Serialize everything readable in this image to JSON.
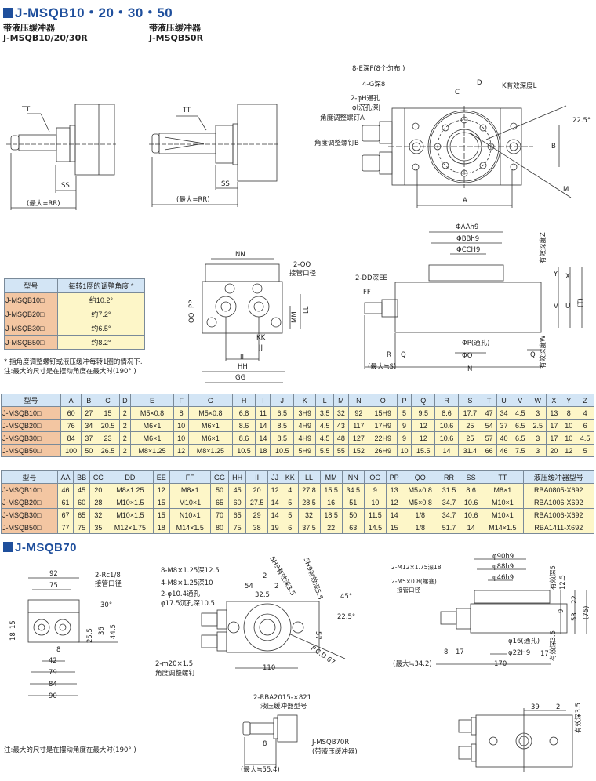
{
  "header": {
    "title": "J-MSQB10・20・30・50",
    "sub1_a": "带液压缓冲器",
    "sub1_b": "J-MSQB10/20/30R",
    "sub2_a": "带液压缓冲器",
    "sub2_b": "J-MSQB50R"
  },
  "d1": [
    "TT",
    "SS",
    "(最大=RR)"
  ],
  "d2": [
    "TT",
    "SS",
    "(最大=RR)"
  ],
  "d3": [
    "8-E深F(8个匀布 )",
    "4-G深8",
    "2-φH通孔",
    "φI沉孔深J",
    "角度调整螺钉A",
    "角度调整螺钉B",
    "C",
    "D",
    "K有效深度L",
    "22.5°",
    "B",
    "M",
    "A"
  ],
  "d4": [
    "NN",
    "2-QQ",
    "接管口径",
    "PP",
    "OO",
    "MM",
    "LL",
    "KK",
    "JJ",
    "II",
    "HH",
    "GG"
  ],
  "d5": [
    "ΦAAh9",
    "ΦBBh9",
    "ΦCCH9",
    "2-DD深EE",
    "FF",
    "有效深度Z",
    "Y",
    "X",
    "V",
    "U",
    "(T)",
    "R",
    "Q",
    "ΦP(通孔)",
    "ΦO",
    "(最大≒S)",
    "N",
    "Q",
    "有效深度W"
  ],
  "angle_table": {
    "headers": [
      "型号",
      "每转1圈的调整角度 *"
    ],
    "rows": [
      [
        "J-MSQB10□",
        "约10.2°"
      ],
      [
        "J-MSQB20□",
        "约7.2°"
      ],
      [
        "J-MSQB30□",
        "约6.5°"
      ],
      [
        "J-MSQB50□",
        "约8.2°"
      ]
    ],
    "note1": "* 指角度调整螺钉或液压缓冲每转1圈的情况下.",
    "note2": "注:最大的尺寸是在摆动角度在最大时(190° )"
  },
  "table1": {
    "headers": [
      "型号",
      "A",
      "B",
      "C",
      "D",
      "E",
      "F",
      "G",
      "H",
      "I",
      "J",
      "K",
      "L",
      "M",
      "N",
      "O",
      "P",
      "Q",
      "R",
      "S",
      "T",
      "U",
      "V",
      "W",
      "X",
      "Y",
      "Z"
    ],
    "rows": [
      [
        "J-MSQB10□",
        "60",
        "27",
        "15",
        "2",
        "M5×0.8",
        "8",
        "M5×0.8",
        "6.8",
        "11",
        "6.5",
        "3H9",
        "3.5",
        "32",
        "92",
        "15H9",
        "5",
        "9.5",
        "8.6",
        "17.7",
        "47",
        "34",
        "4.5",
        "3",
        "13",
        "8",
        "4"
      ],
      [
        "J-MSQB20□",
        "76",
        "34",
        "20.5",
        "2",
        "M6×1",
        "10",
        "M6×1",
        "8.6",
        "14",
        "8.5",
        "4H9",
        "4.5",
        "43",
        "117",
        "17H9",
        "9",
        "12",
        "10.6",
        "25",
        "54",
        "37",
        "6.5",
        "2.5",
        "17",
        "10",
        "6"
      ],
      [
        "J-MSQB30□",
        "84",
        "37",
        "23",
        "2",
        "M6×1",
        "10",
        "M6×1",
        "8.6",
        "14",
        "8.5",
        "4H9",
        "4.5",
        "48",
        "127",
        "22H9",
        "9",
        "12",
        "10.6",
        "25",
        "57",
        "40",
        "6.5",
        "3",
        "17",
        "10",
        "4.5"
      ],
      [
        "J-MSQB50□",
        "100",
        "50",
        "26.5",
        "2",
        "M8×1.25",
        "12",
        "M8×1.25",
        "10.5",
        "18",
        "10.5",
        "5H9",
        "5.5",
        "55",
        "152",
        "26H9",
        "10",
        "15.5",
        "14",
        "31.4",
        "66",
        "46",
        "7.5",
        "3",
        "20",
        "12",
        "5"
      ]
    ]
  },
  "table2": {
    "headers": [
      "型号",
      "AA",
      "BB",
      "CC",
      "DD",
      "EE",
      "FF",
      "GG",
      "HH",
      "II",
      "JJ",
      "KK",
      "LL",
      "MM",
      "NN",
      "OO",
      "PP",
      "QQ",
      "RR",
      "SS",
      "TT",
      "液压缓冲器型号"
    ],
    "rows": [
      [
        "J-MSQB10□",
        "46",
        "45",
        "20",
        "M8×1.25",
        "12",
        "M8×1",
        "50",
        "45",
        "20",
        "12",
        "4",
        "27.8",
        "15.5",
        "34.5",
        "9",
        "13",
        "M5×0.8",
        "31.5",
        "8.6",
        "M8×1",
        "RBA0805-X692"
      ],
      [
        "J-MSQB20□",
        "61",
        "60",
        "28",
        "M10×1.5",
        "15",
        "M10×1",
        "65",
        "60",
        "27.5",
        "14",
        "5",
        "28.5",
        "16",
        "51",
        "10",
        "12",
        "M5×0.8",
        "34.7",
        "10.6",
        "M10×1",
        "RBA1006-X692"
      ],
      [
        "J-MSQB30□",
        "67",
        "65",
        "32",
        "M10×1.5",
        "15",
        "N10×1",
        "70",
        "65",
        "29",
        "14",
        "5",
        "32",
        "18.5",
        "50",
        "11.5",
        "14",
        "1/8",
        "34.7",
        "10.6",
        "M10×1",
        "RBA1006-X692"
      ],
      [
        "J-MSQB50□",
        "77",
        "75",
        "35",
        "M12×1.75",
        "18",
        "M14×1.5",
        "80",
        "75",
        "38",
        "19",
        "6",
        "37.5",
        "22",
        "63",
        "14.5",
        "15",
        "1/8",
        "51.7",
        "14",
        "M14×1.5",
        "RBA1411-X692"
      ]
    ]
  },
  "section70": {
    "title": "J-MSQB70",
    "note": "注:最大的尺寸是在摆动角度在最大时(190° )"
  },
  "d6": [
    "92",
    "75",
    "2-Rc1/8",
    "接管口径",
    "30°",
    "18",
    "15",
    "25.5",
    "36",
    "44.5",
    "8",
    "42",
    "79",
    "84",
    "90"
  ],
  "d7": [
    "8-M8×1.25深12.5",
    "4-M8×1.25深10",
    "2-φ10.4通孔",
    "φ17.5沉孔深10.5",
    "54",
    "32.5",
    "2",
    "2",
    "5H9有效深3.5",
    "5H9有效深5.5",
    "45°",
    "22.5°",
    "57",
    "P.C.D.67",
    "110",
    "2-m20×1.5",
    "角度调整螺钉"
  ],
  "d8": [
    "φ90h9",
    "φ88h9",
    "φ46h9",
    "2-M12×1.75深18",
    "2-M5×0.8(螺塞)",
    "接管口径",
    "有效深5",
    "12.5",
    "22",
    "9",
    "53",
    "(75)",
    "φ16(通孔)",
    "φ22H9",
    "有效深3.5",
    "8",
    "17",
    "17",
    "(最大≒34.2)",
    "170"
  ],
  "d9": [
    "2-RBA2015-×821",
    "液压缓冲器型号",
    "8",
    "J-MSQB70R",
    "(带液压缓冲器)",
    "(最大≒55.4)"
  ],
  "d10": [
    "39",
    "2",
    "有效深3.5"
  ]
}
